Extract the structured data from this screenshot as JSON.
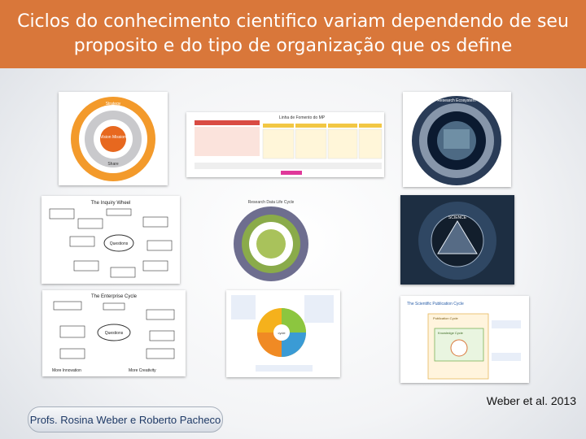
{
  "slide": {
    "title": "Ciclos do conhecimento cientifico variam dependendo de seu proposito e do tipo de organização que os define",
    "citation": "Weber et al. 2013",
    "footer": "Profs. Rosina Weber e Roberto Pacheco"
  },
  "thumbnails": {
    "vision_cycle": {
      "center": "Vision Mission",
      "ring_top": "Strategy",
      "bottom": "Share"
    },
    "line_table": {
      "title": "Linha de Fomento do MP"
    },
    "research_ecosystem": {
      "label": "Research Ecosystem"
    },
    "inquiry_wheel": {
      "title": "The Inquiry Wheel",
      "center": "Questions"
    },
    "data_life_cycle": {
      "label": "Research Data Life Cycle"
    },
    "pyramid_cycle": {
      "label": "SCIENCE"
    },
    "enterprise_cycle": {
      "title": "The Enterprise Cycle",
      "center": "Questions",
      "left_footer": "More Innovation",
      "right_footer": "More Creativity"
    },
    "color_wheel": {
      "label": "cycle"
    },
    "publication_cycle": {
      "title": "The Scientific Publication Cycle",
      "box1": "Publication Cycle",
      "box2": "Knowledge Cycle"
    }
  },
  "colors": {
    "header": "#d9773a",
    "title_text": "#ffffff",
    "footer_text": "#1f3a66"
  }
}
